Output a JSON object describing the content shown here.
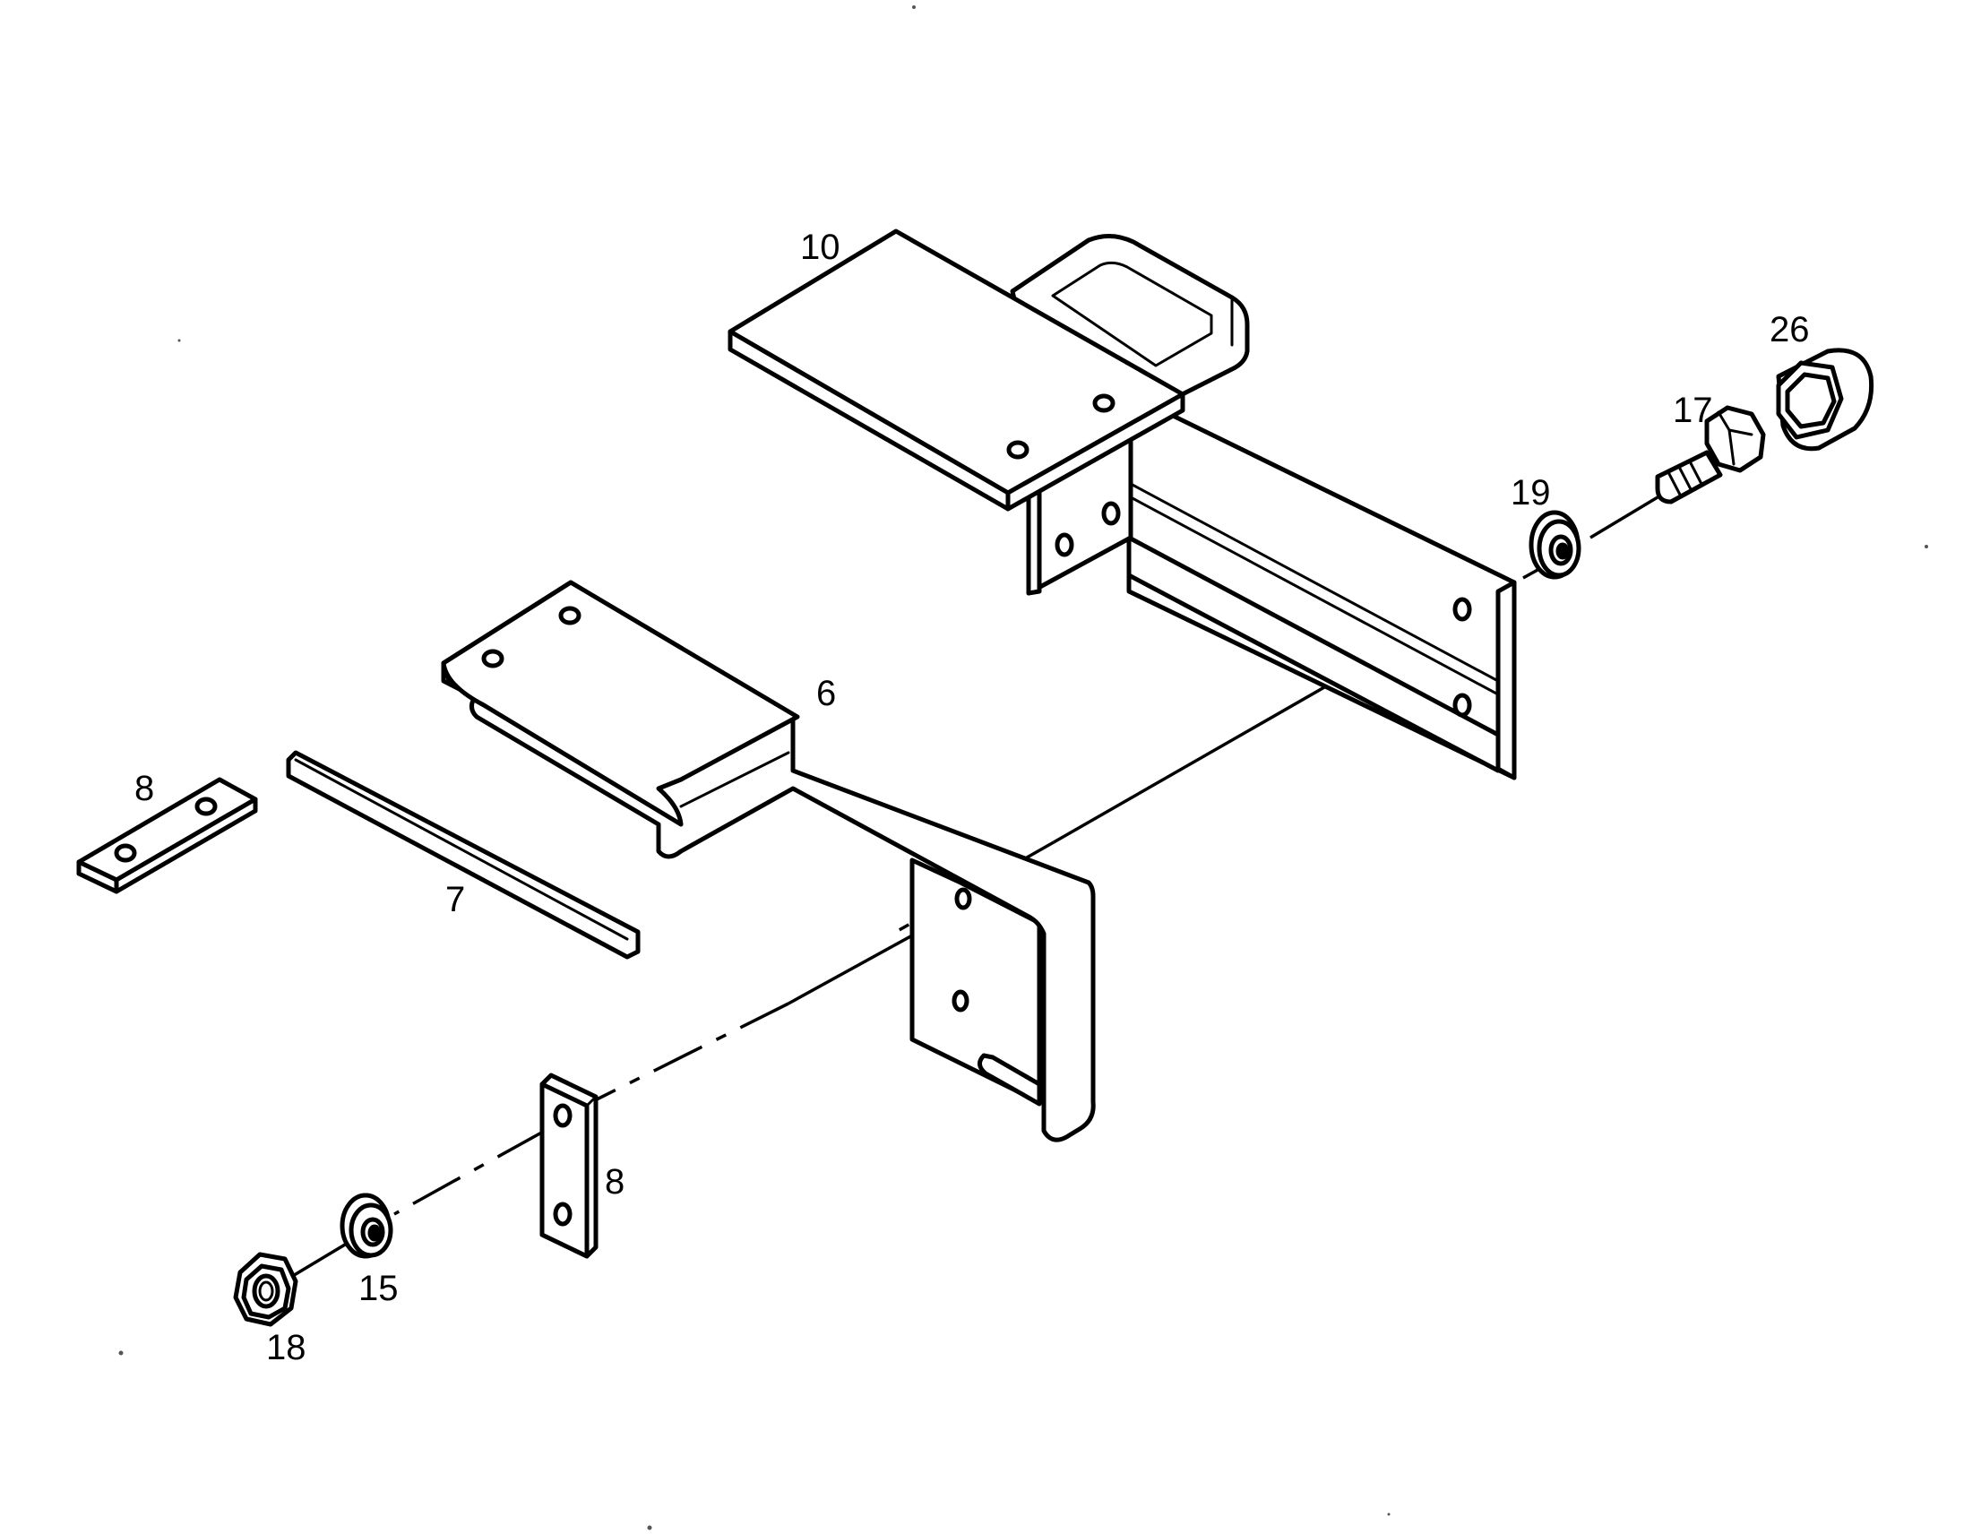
{
  "callouts": {
    "p10": "10",
    "p26": "26",
    "p17": "17",
    "p19": "19",
    "p6": "6",
    "p8_upper": "8",
    "p7": "7",
    "p8_lower": "8",
    "p15": "15",
    "p18": "18"
  }
}
